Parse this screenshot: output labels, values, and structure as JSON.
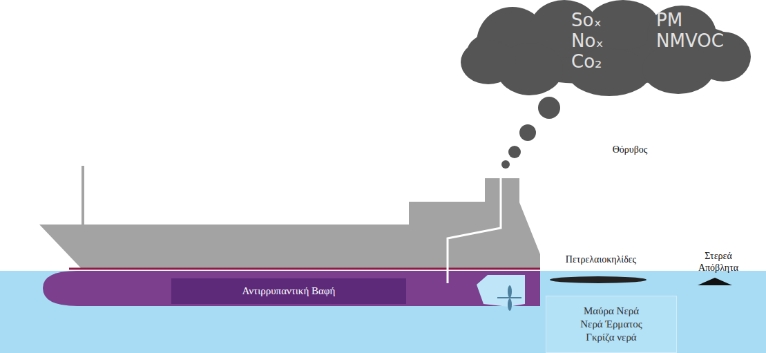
{
  "diagram": {
    "nodes": [
      {
        "text": [
          "Soₓ",
          "PM",
          "Noₓ",
          "NMVOC",
          "Co₂"
        ]
      },
      {
        "text": [
          "Αντιρρυπαντική Βαφή"
        ]
      },
      {
        "text": [
          "Μαύρα Νερά",
          "Νερά Έρματος",
          "Γκρίζα νερά"
        ]
      }
    ],
    "labels": [
      "Θόρυβος",
      "Πετρελαιοκηλίδες",
      "Στερεά Απόβλητα"
    ]
  }
}
